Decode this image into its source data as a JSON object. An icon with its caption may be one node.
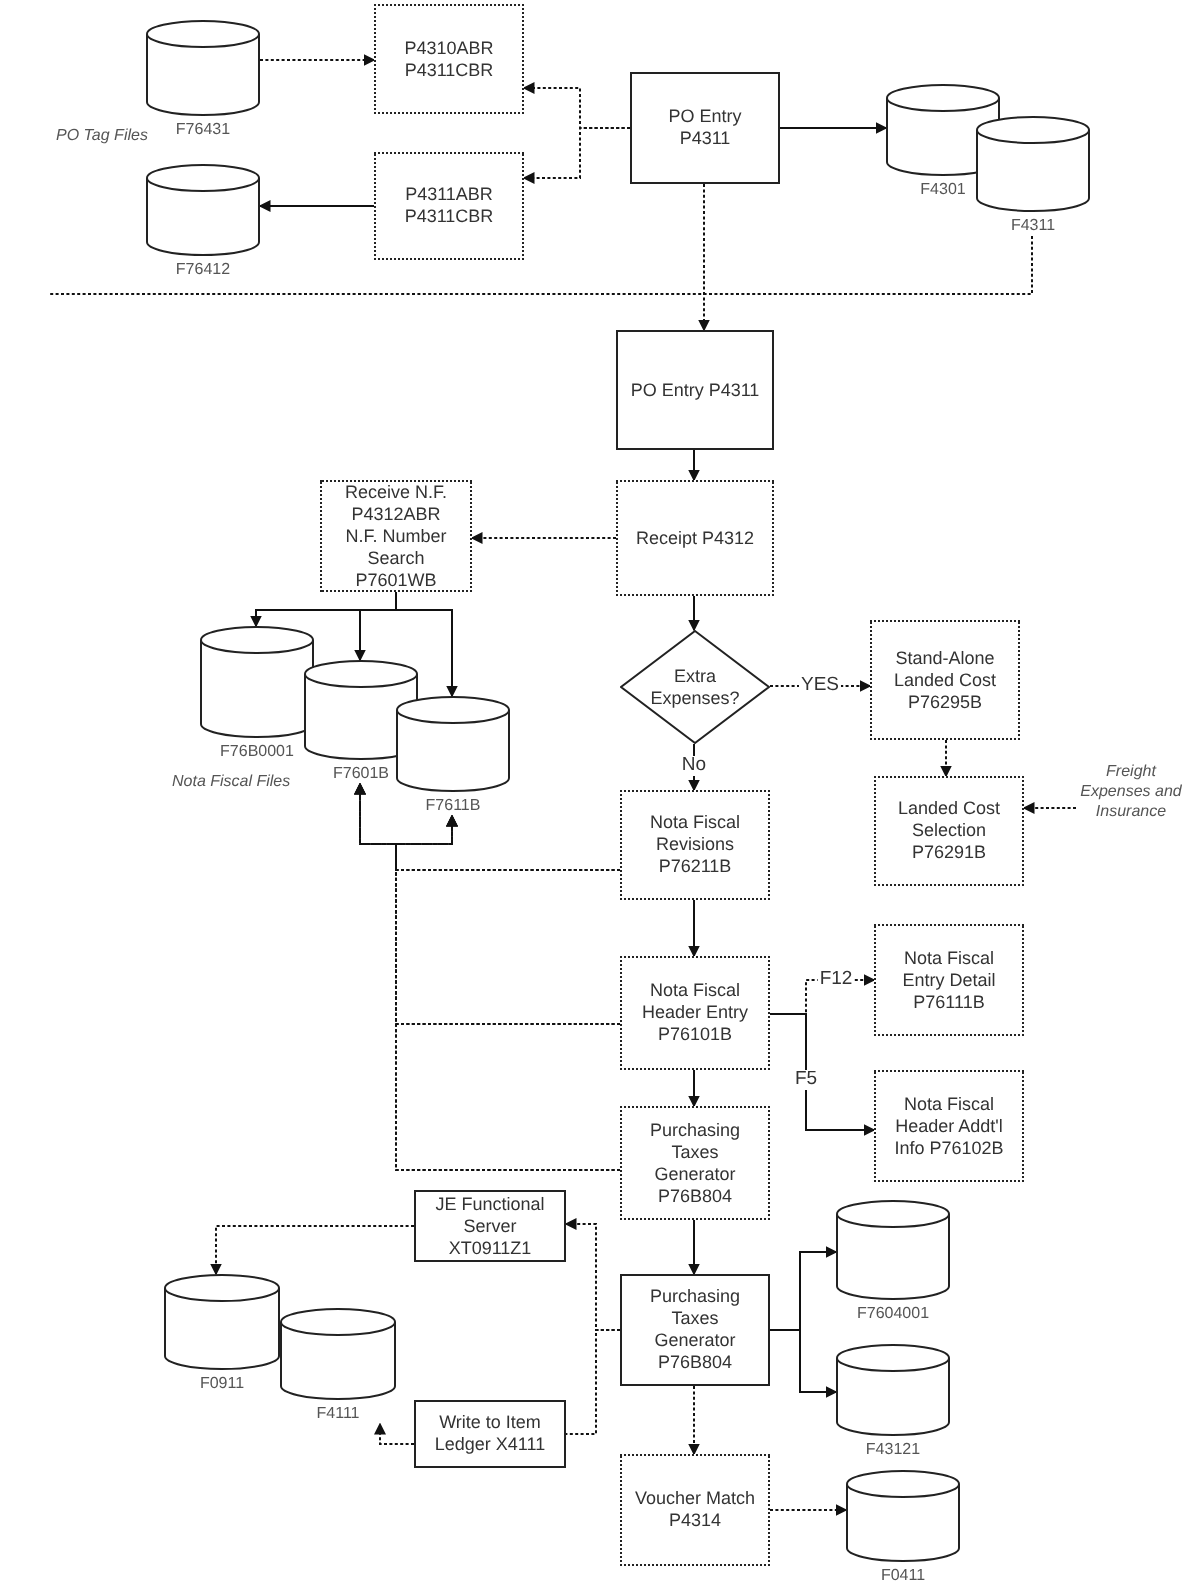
{
  "diagram": {
    "nodes": [
      {
        "text": [
          "F76431"
        ]
      },
      {
        "text": [
          "P4310ABR P4311CBR"
        ]
      },
      {
        "text": [
          "PO Entry P4311"
        ]
      },
      {
        "text": [
          "F4301"
        ]
      },
      {
        "text": [
          "F4311"
        ]
      },
      {
        "text": [
          "F76412"
        ]
      },
      {
        "text": [
          "P4311ABR P4311CBR"
        ]
      },
      {
        "text": [
          "PO Entry P4311"
        ]
      },
      {
        "text": [
          "Receipt P4312"
        ]
      },
      {
        "text": [
          "Receive N.F. P4312ABR N.F. Number Search P7601WB"
        ]
      },
      {
        "text": [
          "F76B0001"
        ]
      },
      {
        "text": [
          "F7601B"
        ]
      },
      {
        "text": [
          "F7611B"
        ]
      },
      {
        "text": [
          "Extra Expenses?"
        ]
      },
      {
        "text": [
          "Stand-Alone Landed Cost P76295B"
        ]
      },
      {
        "text": [
          "Landed Cost Selection P76291B"
        ]
      },
      {
        "text": [
          "Freight Expenses and Insurance"
        ]
      },
      {
        "text": [
          "Nota Fiscal Revisions P76211B"
        ]
      },
      {
        "text": [
          "Nota Fiscal Header Entry P76101B"
        ]
      },
      {
        "text": [
          "Nota Fiscal Entry Detail P76111B"
        ]
      },
      {
        "text": [
          "Nota Fiscal Header Addt'l Info P76102B"
        ]
      },
      {
        "text": [
          "Purchasing Taxes Generator P76B804"
        ]
      },
      {
        "text": [
          "JE Functional Server XT0911Z1"
        ]
      },
      {
        "text": [
          "Purchasing Taxes Generator P76B804"
        ]
      },
      {
        "text": [
          "F7604001"
        ]
      },
      {
        "text": [
          "F43121"
        ]
      },
      {
        "text": [
          "F0911"
        ]
      },
      {
        "text": [
          "F4111"
        ]
      },
      {
        "text": [
          "Write to Item Ledger X4111"
        ]
      },
      {
        "text": [
          "Voucher Match P4314"
        ]
      },
      {
        "text": [
          "F0411"
        ]
      }
    ],
    "edges": [
      {
        "from": 0,
        "to": 1,
        "arrow": "to",
        "style": "dashed"
      },
      {
        "from": 2,
        "to": 1,
        "arrow": "to",
        "style": "dashed"
      },
      {
        "from": 2,
        "to": 6,
        "arrow": "to",
        "style": "dashed"
      },
      {
        "from": 6,
        "to": 5,
        "arrow": "to"
      },
      {
        "from": 2,
        "to": 3,
        "arrow": "to"
      },
      {
        "from": 2,
        "to": 7,
        "arrow": "to",
        "style": "dashed"
      },
      {
        "from": 4,
        "to": null,
        "arrow": "none",
        "style": "dashed"
      },
      {
        "from": 7,
        "to": 8,
        "arrow": "to"
      },
      {
        "from": 8,
        "to": 9,
        "arrow": "to",
        "style": "dashed"
      },
      {
        "from": 9,
        "to": 10,
        "arrow": "to"
      },
      {
        "from": 9,
        "to": 11,
        "arrow": "to"
      },
      {
        "from": 9,
        "to": 12,
        "arrow": "to"
      },
      {
        "from": 8,
        "to": 13,
        "arrow": "to"
      },
      {
        "from": 13,
        "to": 14,
        "arrow": "to",
        "label": "YES",
        "style": "dashed"
      },
      {
        "from": 14,
        "to": 15,
        "arrow": "to",
        "style": "dashed"
      },
      {
        "from": 16,
        "to": 15,
        "arrow": "to",
        "style": "dashed"
      },
      {
        "from": 13,
        "to": 17,
        "arrow": "to",
        "label": "No"
      },
      {
        "from": 17,
        "to": 18,
        "arrow": "to"
      },
      {
        "from": 17,
        "to": 11,
        "arrow": "to",
        "style": "dashed"
      },
      {
        "from": 17,
        "to": 12,
        "arrow": "to",
        "style": "dashed"
      },
      {
        "from": 18,
        "to": 11,
        "arrow": "to",
        "style": "dashed"
      },
      {
        "from": 18,
        "to": 12,
        "arrow": "to",
        "style": "dashed"
      },
      {
        "from": 21,
        "to": 11,
        "arrow": "to",
        "style": "dashed"
      },
      {
        "from": 21,
        "to": 12,
        "arrow": "to",
        "style": "dashed"
      },
      {
        "from": 18,
        "to": 19,
        "arrow": "to",
        "label": "F12",
        "style": "dashed"
      },
      {
        "from": 18,
        "to": 20,
        "arrow": "to",
        "label": "F5"
      },
      {
        "from": 18,
        "to": 21,
        "arrow": "to"
      },
      {
        "from": 21,
        "to": 23,
        "arrow": "to"
      },
      {
        "from": 23,
        "to": 24,
        "arrow": "to"
      },
      {
        "from": 23,
        "to": 25,
        "arrow": "to"
      },
      {
        "from": 23,
        "to": 22,
        "arrow": "to",
        "style": "dashed"
      },
      {
        "from": 23,
        "to": 28,
        "arrow": "none",
        "style": "dashed"
      },
      {
        "from": 22,
        "to": 26,
        "arrow": "to",
        "style": "dashed"
      },
      {
        "from": 28,
        "to": 27,
        "arrow": "to",
        "style": "dashed"
      },
      {
        "from": 23,
        "to": 29,
        "arrow": "to",
        "style": "dashed"
      },
      {
        "from": 29,
        "to": 30,
        "arrow": "to",
        "style": "dashed"
      }
    ],
    "labels": [
      "PO Tag Files",
      "Nota Fiscal Files"
    ]
  }
}
